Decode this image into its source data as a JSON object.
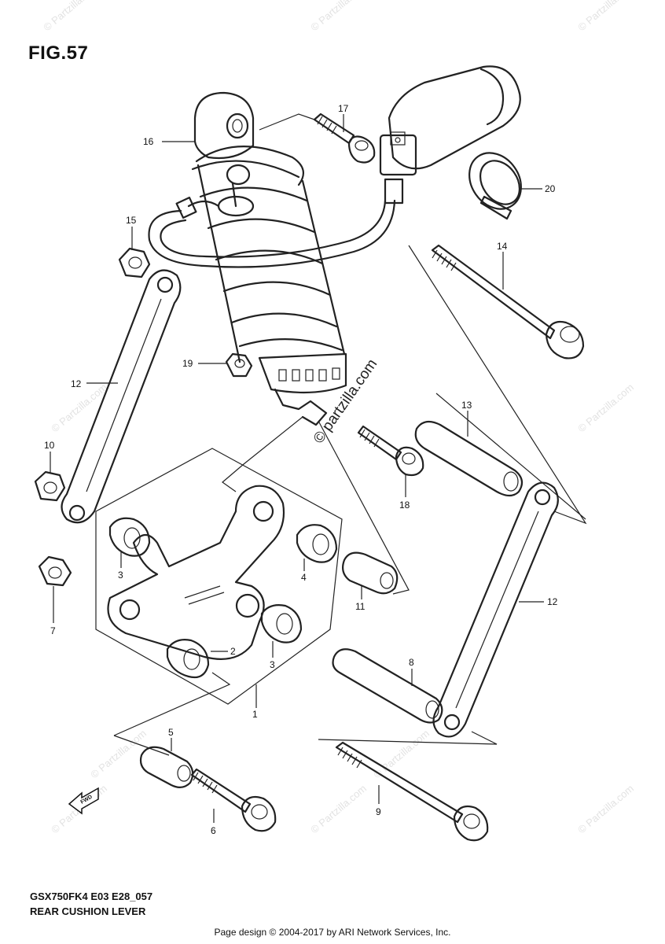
{
  "figure": {
    "title": "FIG.57",
    "model_code": "GSX750FK4 E03 E28_057",
    "section_name": "REAR CUSHION LEVER"
  },
  "watermark": {
    "text": "© Partzilla.com",
    "center_text": "© partzilla.com"
  },
  "parts": [
    {
      "number": "1"
    },
    {
      "number": "2"
    },
    {
      "number": "3"
    },
    {
      "number": "3"
    },
    {
      "number": "4"
    },
    {
      "number": "5"
    },
    {
      "number": "6"
    },
    {
      "number": "7"
    },
    {
      "number": "8"
    },
    {
      "number": "9"
    },
    {
      "number": "10"
    },
    {
      "number": "11"
    },
    {
      "number": "12"
    },
    {
      "number": "12"
    },
    {
      "number": "13"
    },
    {
      "number": "14"
    },
    {
      "number": "15"
    },
    {
      "number": "16"
    },
    {
      "number": "17"
    },
    {
      "number": "18"
    },
    {
      "number": "19"
    },
    {
      "number": "20"
    }
  ],
  "direction_arrow": {
    "label": "FWD"
  },
  "footer": {
    "text": "Page design © 2004-2017 by ARI Network Services, Inc."
  }
}
